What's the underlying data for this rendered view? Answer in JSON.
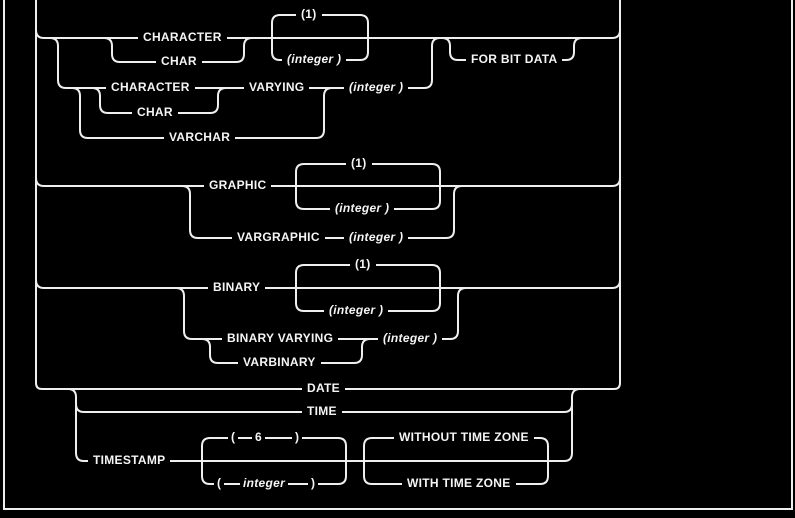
{
  "diagram": {
    "title": "data type syntax railroad diagram",
    "colors": {
      "background": "#000000",
      "line": "#efefef",
      "text": "#f5f5f5"
    },
    "labels": {
      "character": "CHARACTER",
      "char": "CHAR",
      "varying": "VARYING",
      "varchar": "VARCHAR",
      "for_bit_data": "FOR BIT DATA",
      "graphic": "GRAPHIC",
      "vargraphic": "VARGRAPHIC",
      "binary": "BINARY",
      "binary_varying": "BINARY VARYING",
      "varbinary": "VARBINARY",
      "date": "DATE",
      "time": "TIME",
      "timestamp": "TIMESTAMP",
      "default_one": "(1)",
      "integer_arg": "(integer )",
      "paren_open": "(",
      "paren_close": ")",
      "default_six": "6",
      "integer_word": "integer",
      "without_time_zone": "WITHOUT TIME ZONE",
      "with_time_zone": "WITH TIME ZONE"
    }
  }
}
